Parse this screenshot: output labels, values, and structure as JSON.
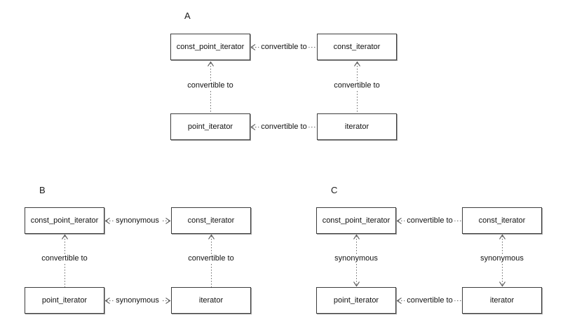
{
  "colors": {
    "background": "#ffffff",
    "box_border": "#3d3d3d",
    "box_shadow": "#9b9b9b",
    "dotted_line": "#686868",
    "text": "#111111"
  },
  "diagrams": [
    {
      "label": "A",
      "nodes": [
        {
          "id": "const_point_iterator",
          "label": "const_point_iterator"
        },
        {
          "id": "const_iterator",
          "label": "const_iterator"
        },
        {
          "id": "point_iterator",
          "label": "point_iterator"
        },
        {
          "id": "iterator",
          "label": "iterator"
        }
      ],
      "edges": [
        {
          "from": "const_iterator",
          "to": "const_point_iterator",
          "label": "convertible to",
          "direction": "one-way"
        },
        {
          "from": "point_iterator",
          "to": "const_point_iterator",
          "label": "convertible to",
          "direction": "one-way"
        },
        {
          "from": "iterator",
          "to": "const_iterator",
          "label": "convertible to",
          "direction": "one-way"
        },
        {
          "from": "iterator",
          "to": "point_iterator",
          "label": "convertible to",
          "direction": "one-way"
        }
      ]
    },
    {
      "label": "B",
      "nodes": [
        {
          "id": "const_point_iterator",
          "label": "const_point_iterator"
        },
        {
          "id": "const_iterator",
          "label": "const_iterator"
        },
        {
          "id": "point_iterator",
          "label": "point_iterator"
        },
        {
          "id": "iterator",
          "label": "iterator"
        }
      ],
      "edges": [
        {
          "from": "const_point_iterator",
          "to": "const_iterator",
          "label": "synonymous",
          "direction": "two-way"
        },
        {
          "from": "point_iterator",
          "to": "const_point_iterator",
          "label": "convertible to",
          "direction": "one-way"
        },
        {
          "from": "iterator",
          "to": "const_iterator",
          "label": "convertible to",
          "direction": "one-way"
        },
        {
          "from": "point_iterator",
          "to": "iterator",
          "label": "synonymous",
          "direction": "two-way"
        }
      ]
    },
    {
      "label": "C",
      "nodes": [
        {
          "id": "const_point_iterator",
          "label": "const_point_iterator"
        },
        {
          "id": "const_iterator",
          "label": "const_iterator"
        },
        {
          "id": "point_iterator",
          "label": "point_iterator"
        },
        {
          "id": "iterator",
          "label": "iterator"
        }
      ],
      "edges": [
        {
          "from": "const_iterator",
          "to": "const_point_iterator",
          "label": "convertible to",
          "direction": "one-way"
        },
        {
          "from": "const_point_iterator",
          "to": "point_iterator",
          "label": "synonymous",
          "direction": "two-way"
        },
        {
          "from": "const_iterator",
          "to": "iterator",
          "label": "synonymous",
          "direction": "two-way"
        },
        {
          "from": "iterator",
          "to": "point_iterator",
          "label": "convertible to",
          "direction": "one-way"
        }
      ]
    }
  ]
}
